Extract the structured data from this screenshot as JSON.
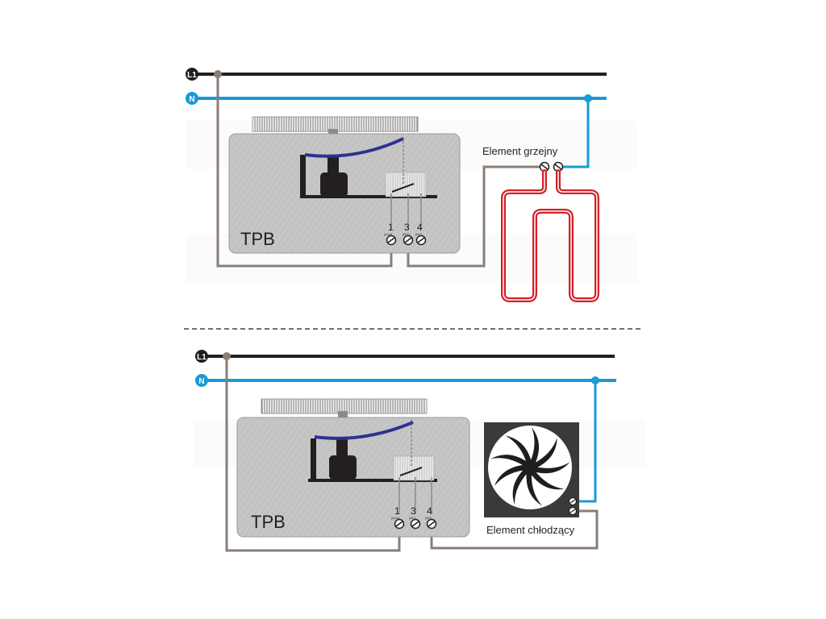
{
  "colors": {
    "line_l1": "#231f20",
    "line_n": "#1a9ad6",
    "wire": "#8a7e76",
    "heater": "#d42027",
    "bimetal": "#2e3192",
    "device_body": "#c8c8c8",
    "fan_frame": "#3a3a3a"
  },
  "heating_diagram": {
    "l1_label": "L1",
    "n_label": "N",
    "device_label": "TPB",
    "terminals": [
      {
        "number": "1",
        "sub": "(com)"
      },
      {
        "number": "3",
        "sub": "(NO)"
      },
      {
        "number": "4",
        "sub": "(NC)"
      }
    ],
    "element_label": "Element grzejny"
  },
  "cooling_diagram": {
    "l1_label": "L1",
    "n_label": "N",
    "device_label": "TPB",
    "terminals": [
      {
        "number": "1",
        "sub": "(com)"
      },
      {
        "number": "3",
        "sub": "(NC)"
      },
      {
        "number": "4",
        "sub": "(NO)"
      }
    ],
    "element_label": "Element chłodzący"
  },
  "icons": [
    "heater-coil-icon",
    "fan-icon",
    "screw-terminal-icon",
    "bimetal-strip-icon"
  ]
}
